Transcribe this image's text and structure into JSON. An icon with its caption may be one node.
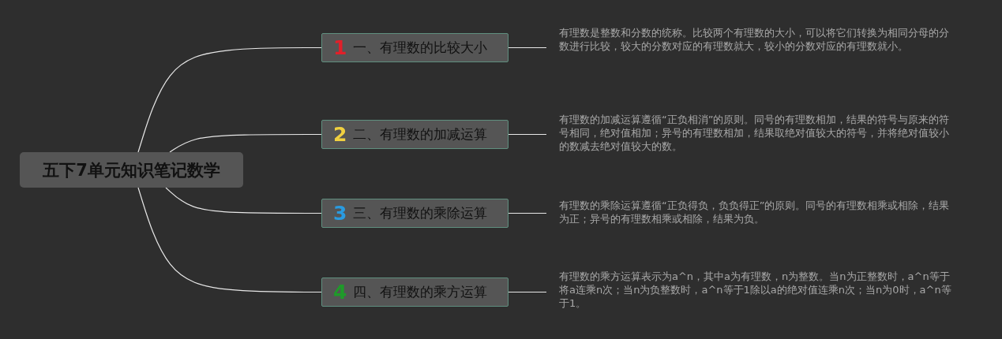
{
  "diagram": {
    "nodes": [
      {
        "text": [
          "五下7单元知识笔记数学"
        ]
      },
      {
        "text": [
          "1",
          "一、有理数的比较大小"
        ]
      },
      {
        "text": [
          "2",
          "二、有理数的加减运算"
        ]
      },
      {
        "text": [
          "3",
          "三、有理数的乘除运算"
        ]
      },
      {
        "text": [
          "4",
          "四、有理数的乘方运算"
        ]
      },
      {
        "text": [
          "有理数是整数和分数的统称。比较两个有理数的大小，可以将它们转换为相同分母的分数进行比较，较大的分数对应的有理数就大，较小的分数对应的有理数就小。"
        ]
      },
      {
        "text": [
          "有理数的加减运算遵循“正负相消”的原则。同号的有理数相加，结果的符号与原来的符号相同，绝对值相加；异号的有理数相加，结果取绝对值较大的符号，并将绝对值较小的数减去绝对值较大的数。"
        ]
      },
      {
        "text": [
          "有理数的乘除运算遵循“正负得负，负负得正”的原则。同号的有理数相乘或相除，结果为正；异号的有理数相乘或相除，结果为负。"
        ]
      },
      {
        "text": [
          "有理数的乘方运算表示为a^n，其中a为有理数，n为整数。当n为正整数时，a^n等于将a连乘n次；当n为负整数时，a^n等于1除以a的绝对值连乘n次；当n为0时，a^n等于1。"
        ]
      }
    ],
    "edges": [
      {
        "from": 0,
        "to": 1,
        "arrow": "none"
      },
      {
        "from": 0,
        "to": 2,
        "arrow": "none"
      },
      {
        "from": 0,
        "to": 3,
        "arrow": "none"
      },
      {
        "from": 0,
        "to": 4,
        "arrow": "none"
      },
      {
        "from": 1,
        "to": 5,
        "arrow": "none"
      },
      {
        "from": 2,
        "to": 6,
        "arrow": "none"
      },
      {
        "from": 3,
        "to": 7,
        "arrow": "none"
      },
      {
        "from": 4,
        "to": 8,
        "arrow": "none"
      }
    ]
  }
}
